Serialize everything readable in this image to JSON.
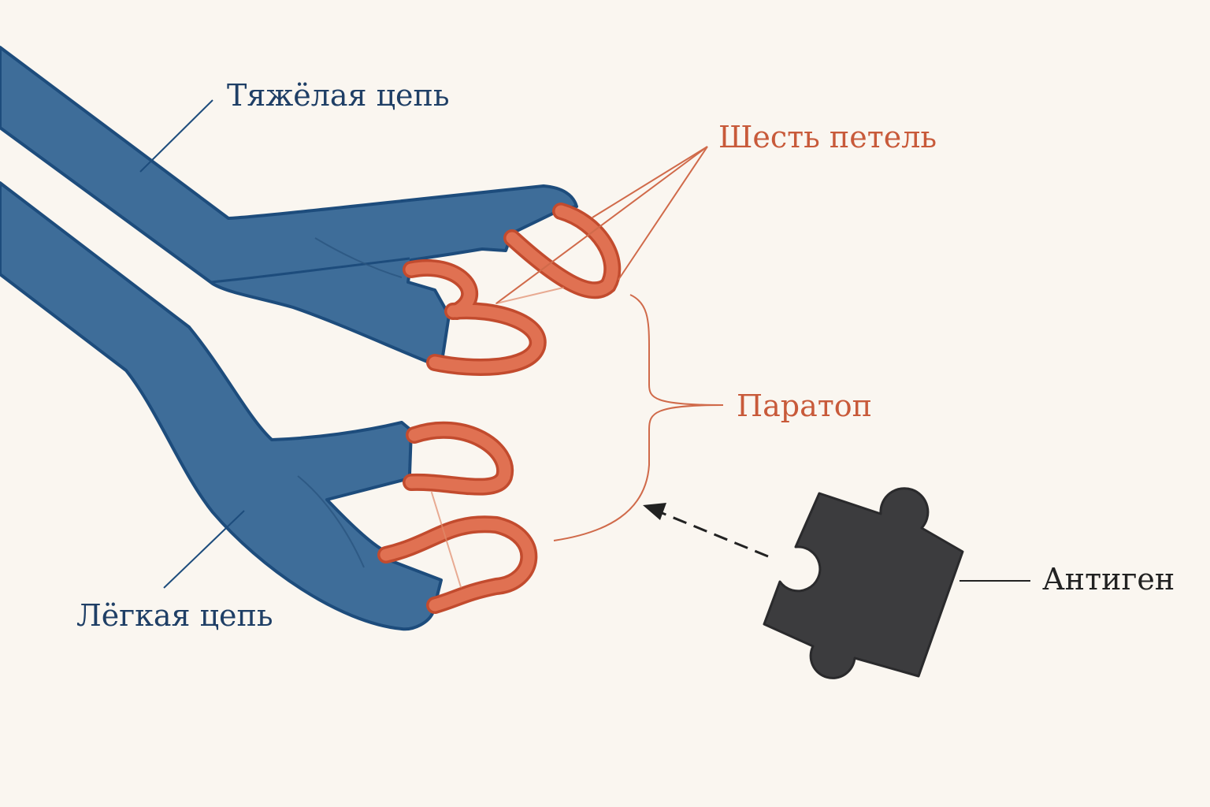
{
  "labels": {
    "heavy_chain": "Тяжёлая цепь",
    "light_chain": "Лёгкая цепь",
    "six_loops": "Шесть петель",
    "paratope": "Паратоп",
    "antigen": "Антиген"
  },
  "colors": {
    "background": "#faf6f0",
    "chain_fill": "#3e6d99",
    "chain_outline": "#1d4c7c",
    "chain_text": "#1f3f66",
    "loop_fill": "#e07152",
    "loop_outline": "#c24b2e",
    "accent_text": "#c85a3a",
    "antigen_fill": "#3c3c3e",
    "antigen_text": "#222222"
  }
}
